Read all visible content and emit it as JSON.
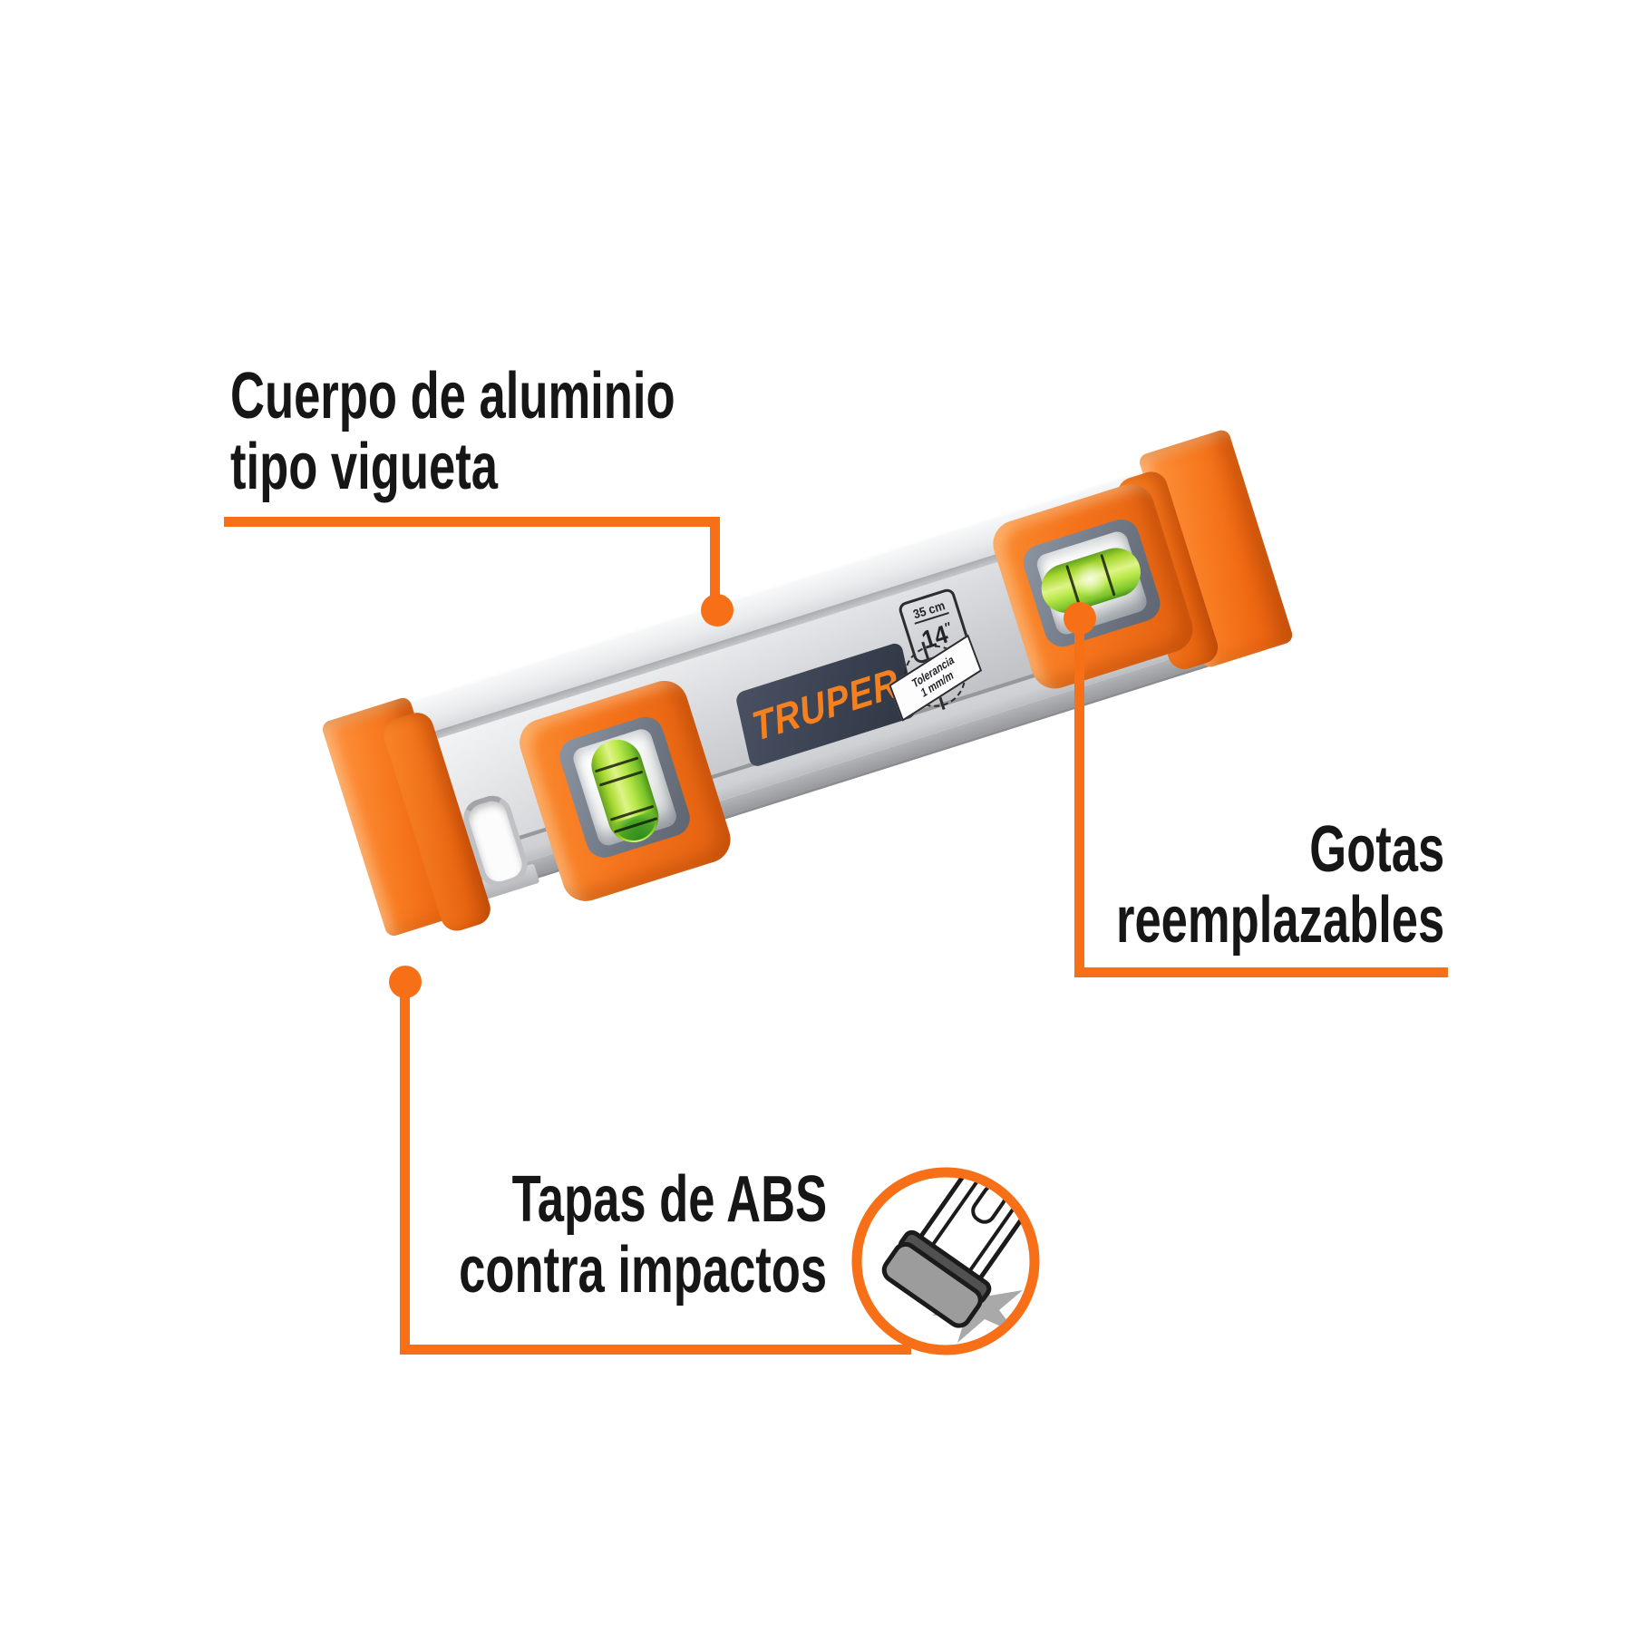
{
  "callouts": {
    "body": {
      "line1": "Cuerpo de aluminio",
      "line2": "tipo vigueta"
    },
    "vials": {
      "line1": "Gotas",
      "line2": "reemplazables"
    },
    "caps": {
      "line1": "Tapas de ABS",
      "line2": "contra impactos"
    }
  },
  "product": {
    "brand": "TRUPER",
    "size_stamp": {
      "metric": "35 cm",
      "imperial": "14",
      "imperial_mark": "″"
    },
    "tolerance_stamp": {
      "line1": "Tolerancia",
      "line2": "1 mm/m"
    }
  },
  "icons": {
    "inset": "end-cap-impact"
  },
  "colors": {
    "accent_orange": "#F76F17",
    "cap_orange": "#F5771E",
    "brand_plate_navy": "#3A4252",
    "brand_text_orange": "#F5801F",
    "vial_green": "#A8DC3C",
    "aluminum_silver": "#D9DBDE",
    "ink": "#161616",
    "background": "#FFFFFF"
  }
}
